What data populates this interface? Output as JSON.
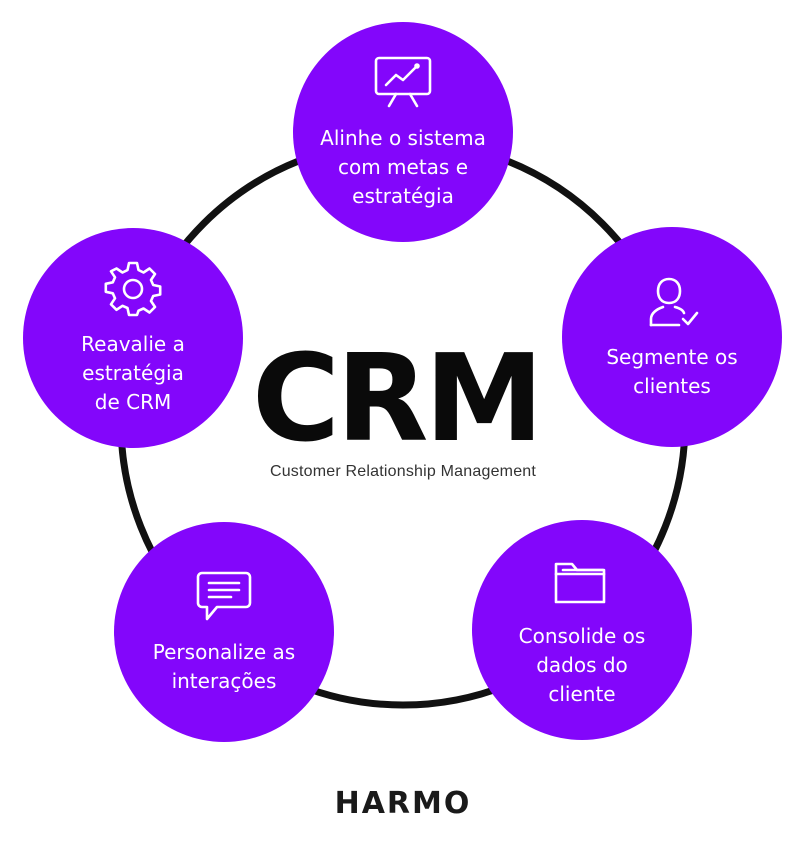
{
  "diagram": {
    "center_title": "CRM",
    "center_subtitle": "Customer Relationship Management",
    "brand": "HARMO",
    "accent_color": "#8306fb",
    "ring_color": "#111111",
    "nodes": [
      {
        "label": "Alinhe o sistema\ncom metas e\nestratégia",
        "icon": "presentation-chart-icon"
      },
      {
        "label": "Segmente os\nclientes",
        "icon": "user-check-icon"
      },
      {
        "label": "Consolide os\ndados do\ncliente",
        "icon": "folder-icon"
      },
      {
        "label": "Personalize as\ninterações",
        "icon": "chat-bubble-icon"
      },
      {
        "label": "Reavalie a\nestratégia\nde CRM",
        "icon": "gear-icon"
      }
    ]
  }
}
